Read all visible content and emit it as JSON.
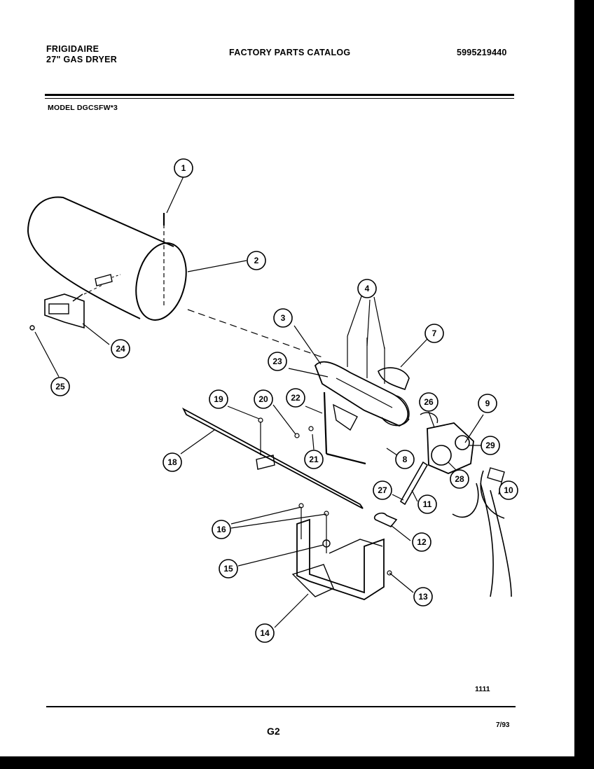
{
  "header": {
    "brand": "FRIGIDAIRE",
    "product": "27\" GAS  DRYER",
    "catalog_title": "FACTORY PARTS CATALOG",
    "catalog_number": "5995219440"
  },
  "model_line": "MODEL DGCSFW*3",
  "figure_code": "1111",
  "page_label": "G2",
  "date": "7/93",
  "callouts": [
    "1",
    "2",
    "3",
    "4",
    "7",
    "23",
    "24",
    "25",
    "19",
    "20",
    "22",
    "26",
    "9",
    "18",
    "21",
    "8",
    "29",
    "28",
    "27",
    "11",
    "10",
    "16",
    "12",
    "15",
    "13",
    "14"
  ]
}
